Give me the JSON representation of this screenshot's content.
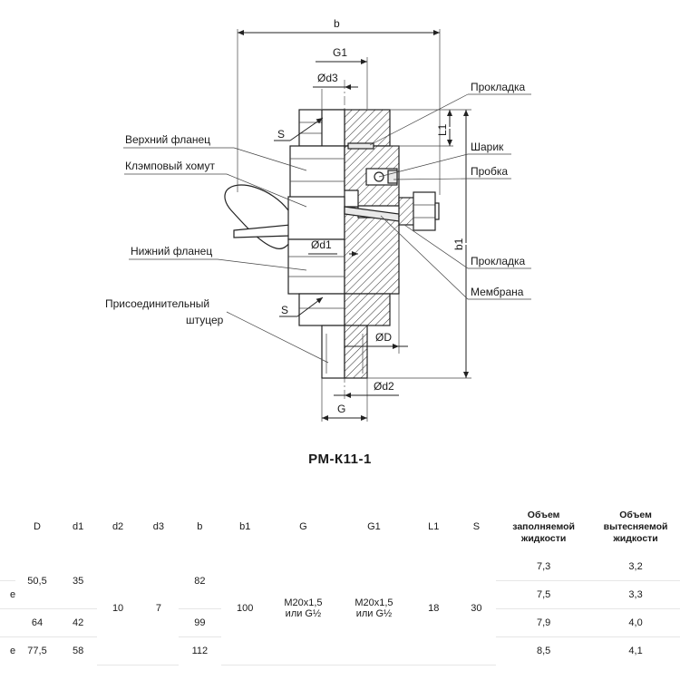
{
  "drawing": {
    "dims": {
      "b": "b",
      "G1": "G1",
      "d3": "Ød3",
      "L1": "L1",
      "S_top": "S",
      "d1": "Ød1",
      "b1": "b1",
      "S_bottom": "S",
      "D": "ØD",
      "d2": "Ød2",
      "G": "G"
    },
    "callouts": {
      "upper_flange": "Верхний фланец",
      "clamp": "Клэмповый хомут",
      "lower_flange": "Нижний фланец",
      "fitting_line1": "Присоединительный",
      "fitting_line2": "штуцер",
      "gasket_top": "Прокладка",
      "ball": "Шарик",
      "plug": "Пробка",
      "gasket_bottom": "Прокладка",
      "membrane": "Мембрана"
    }
  },
  "model_title": "РМ-К11-1",
  "table": {
    "headers": [
      "D",
      "d1",
      "d2",
      "d3",
      "b",
      "b1",
      "G",
      "G1",
      "L1",
      "S"
    ],
    "volume_fill": [
      "Объем",
      "заполняемой",
      "жидкости"
    ],
    "volume_displaced": [
      "Объем",
      "вытесняемой",
      "жидкости"
    ],
    "row_tags": [
      "e",
      "e"
    ],
    "D": [
      "50,5",
      "64",
      "77,5"
    ],
    "d1": [
      "35",
      "42",
      "58"
    ],
    "d2": "10",
    "d3": "7",
    "b": [
      "82",
      "99",
      "112"
    ],
    "b1": "100",
    "G": [
      "M20x1,5",
      "или G½"
    ],
    "G1": [
      "M20x1,5",
      "или G½"
    ],
    "L1": "18",
    "S": "30",
    "fill": [
      "7,3",
      "7,5",
      "7,9",
      "8,5"
    ],
    "displaced": [
      "3,2",
      "3,3",
      "4,0",
      "4,1"
    ]
  }
}
